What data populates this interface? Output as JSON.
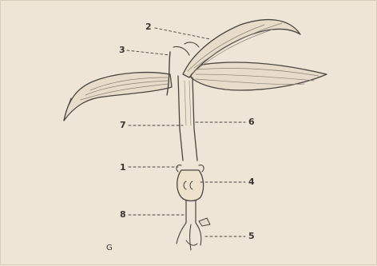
{
  "labels": {
    "l1": "1",
    "l2": "2",
    "l3": "3",
    "l4": "4",
    "l5": "5",
    "l6": "6",
    "l7": "7",
    "l8": "8"
  },
  "corner_mark": "G",
  "colors": {
    "background": "#efe5d6",
    "ink": "#4a4540",
    "leaf_shade": "#8a8175"
  }
}
